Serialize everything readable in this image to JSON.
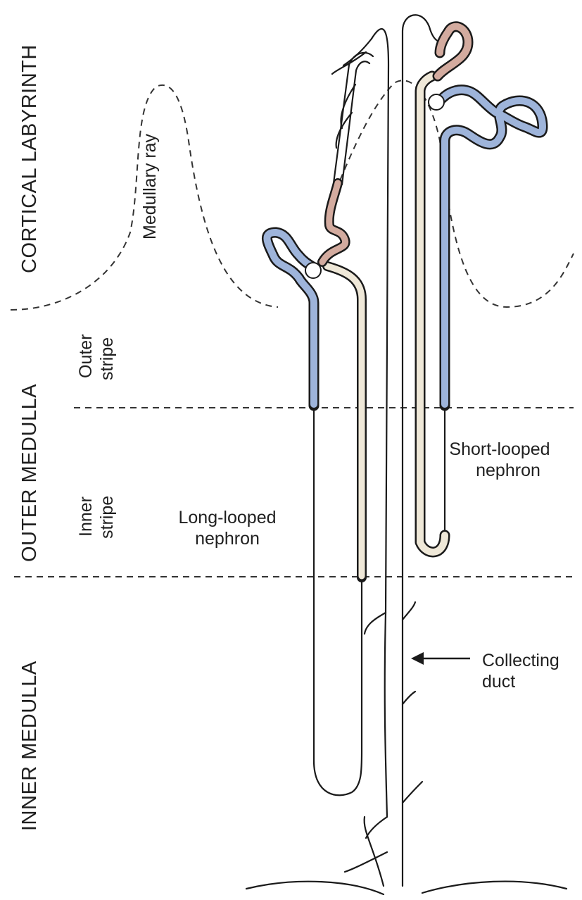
{
  "zones": {
    "cortical_labyrinth": "CORTICAL LABYRINTH",
    "outer_medulla": "OUTER MEDULLA",
    "inner_medulla": "INNER MEDULLA"
  },
  "regions": {
    "medullary_ray": "Medullary ray",
    "outer_stripe_1": "Outer",
    "outer_stripe_2": "stripe",
    "inner_stripe_1": "Inner",
    "inner_stripe_2": "stripe"
  },
  "labels": {
    "long_looped_1": "Long-looped",
    "long_looped_2": "nephron",
    "short_looped_1": "Short-looped",
    "short_looped_2": "nephron",
    "collecting_duct_1": "Collecting",
    "collecting_duct_2": "duct"
  },
  "colors": {
    "distal_convoluted": "#d3ab9f",
    "proximal_tubule": "#9eb4da",
    "thick_ascending_limb": "#efe8d8",
    "outline": "#1a1a1a"
  }
}
